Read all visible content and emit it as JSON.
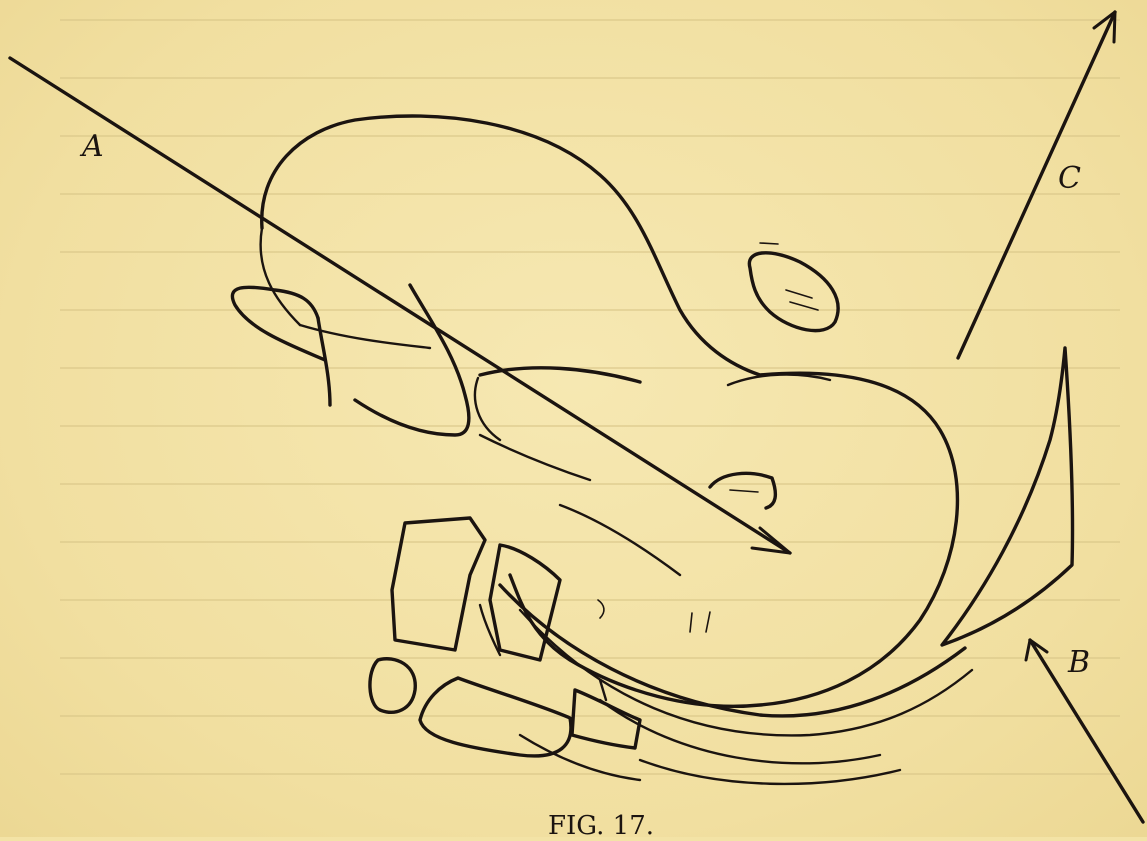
{
  "figure": {
    "labels": {
      "a": "A",
      "b": "B",
      "c": "C"
    },
    "caption": "FIG. 17."
  },
  "colors": {
    "paper": "#f3e3a6",
    "ink": "#1b1410"
  }
}
